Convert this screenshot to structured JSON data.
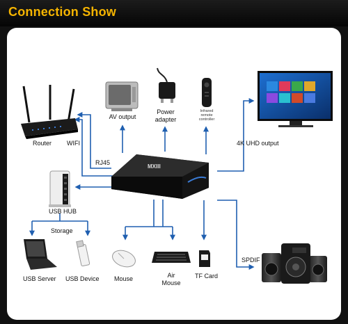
{
  "header": {
    "title": "Connection Show"
  },
  "labels": {
    "router": "Router",
    "wifi": "WIFI",
    "rj45": "RJ45",
    "av_output": "AV output",
    "power_adapter_line1": "Power",
    "power_adapter_line2": "adapter",
    "remote_line1": "Infrared",
    "remote_line2": "remote",
    "remote_line3": "controller",
    "uhd_output": "4K UHD output",
    "usb_hub": "USB HUB",
    "storage": "Storage",
    "usb_server": "USB Server",
    "usb_device": "USB Device",
    "mouse": "Mouse",
    "air_mouse_line1": "Air",
    "air_mouse_line2": "Mouse",
    "tf_card": "TF Card",
    "spdif": "SPDIF",
    "device_brand": "MXIII"
  },
  "colors": {
    "accent": "#f5b400",
    "arrow": "#1f5fb0",
    "background": "#111111",
    "panel": "#ffffff"
  }
}
